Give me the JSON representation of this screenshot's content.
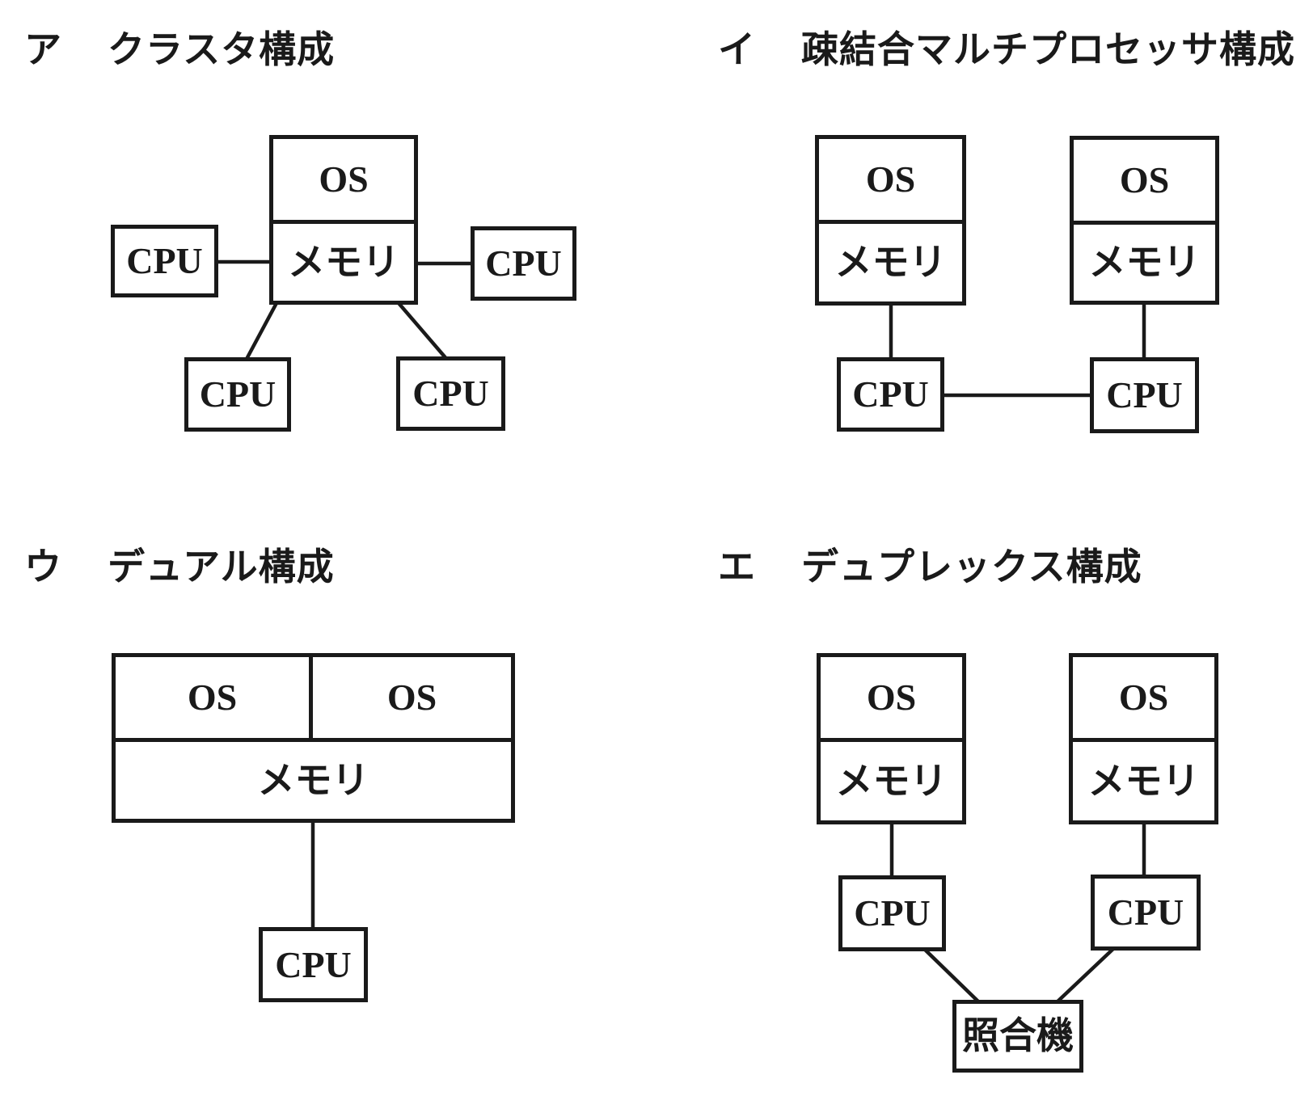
{
  "figure": {
    "background": "#ffffff",
    "ink": "#1a1a1a",
    "description_labels": {
      "os": "OS",
      "memory": "メモリ",
      "cpu": "CPU",
      "comparator": "照合機"
    }
  },
  "labels": {
    "os": "OS",
    "memory": "メモリ",
    "cpu": "CPU",
    "comparator": "照合機"
  },
  "panels": {
    "a": {
      "option_label": "ア",
      "title": "クラスタ構成"
    },
    "b": {
      "option_label": "イ",
      "title": "疎結合マルチプロセッサ構成"
    },
    "c": {
      "option_label": "ウ",
      "title": "デュアル構成"
    },
    "d": {
      "option_label": "エ",
      "title": "デュプレックス構成"
    }
  }
}
